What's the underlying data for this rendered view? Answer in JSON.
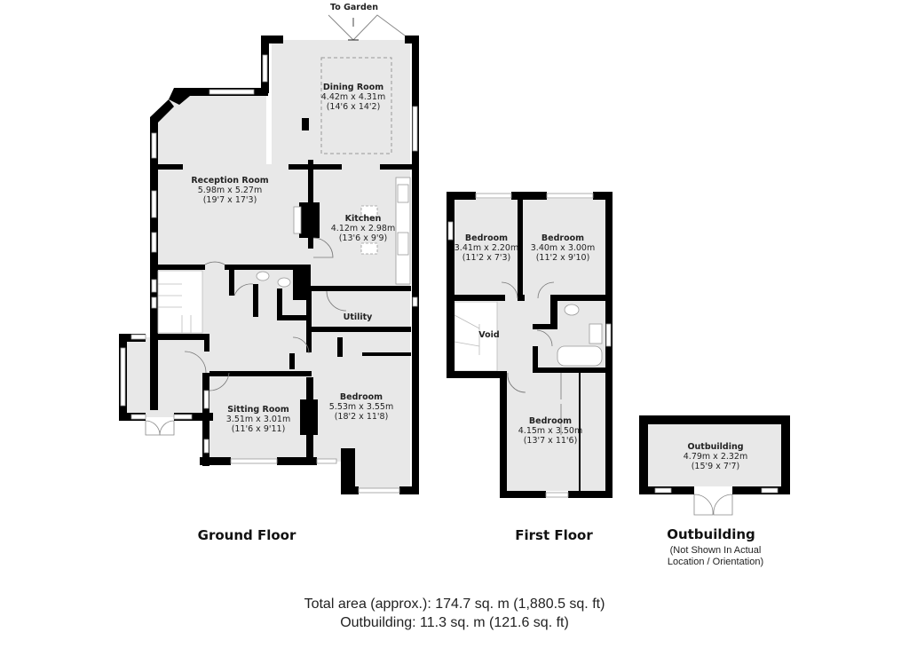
{
  "plan": {
    "annotations": {
      "to_garden": "To Garden"
    },
    "ground_floor": {
      "title": "Ground Floor",
      "rooms": [
        {
          "name": "Dining Room",
          "metric": "4.42m x 4.31m",
          "imperial": "(14'6 x 14'2)"
        },
        {
          "name": "Reception Room",
          "metric": "5.98m x 5.27m",
          "imperial": "(19'7 x 17'3)"
        },
        {
          "name": "Kitchen",
          "metric": "4.12m x 2.98m",
          "imperial": "(13'6 x 9'9)"
        },
        {
          "name": "Utility"
        },
        {
          "name": "Sitting Room",
          "metric": "3.51m x 3.01m",
          "imperial": "(11'6 x 9'11)"
        },
        {
          "name": "Bedroom",
          "metric": "5.53m x 3.55m",
          "imperial": "(18'2 x 11'8)"
        }
      ]
    },
    "first_floor": {
      "title": "First Floor",
      "rooms": [
        {
          "name": "Bedroom",
          "metric": "3.41m x 2.20m",
          "imperial": "(11'2 x 7'3)"
        },
        {
          "name": "Bedroom",
          "metric": "3.40m x 3.00m",
          "imperial": "(11'2 x 9'10)"
        },
        {
          "name": "Void"
        },
        {
          "name": "Bedroom",
          "metric": "4.15m x 3.50m",
          "imperial": "(13'7 x 11'6)"
        }
      ]
    },
    "outbuilding": {
      "title": "Outbuilding",
      "note_line1": "(Not Shown In Actual",
      "note_line2": "Location / Orientation)",
      "rooms": [
        {
          "name": "Outbuilding",
          "metric": "4.79m x 2.32m",
          "imperial": "(15'9 x 7'7)"
        }
      ]
    },
    "totals": {
      "total_area": "Total area (approx.): 174.7 sq. m (1,880.5 sq. ft)",
      "outbuilding_area": "Outbuilding: 11.3 sq. m (121.6 sq. ft)"
    },
    "colors": {
      "wall": "#000000",
      "floor": "#e8e8e8",
      "window": "#ffffff",
      "text": "#222222"
    }
  }
}
